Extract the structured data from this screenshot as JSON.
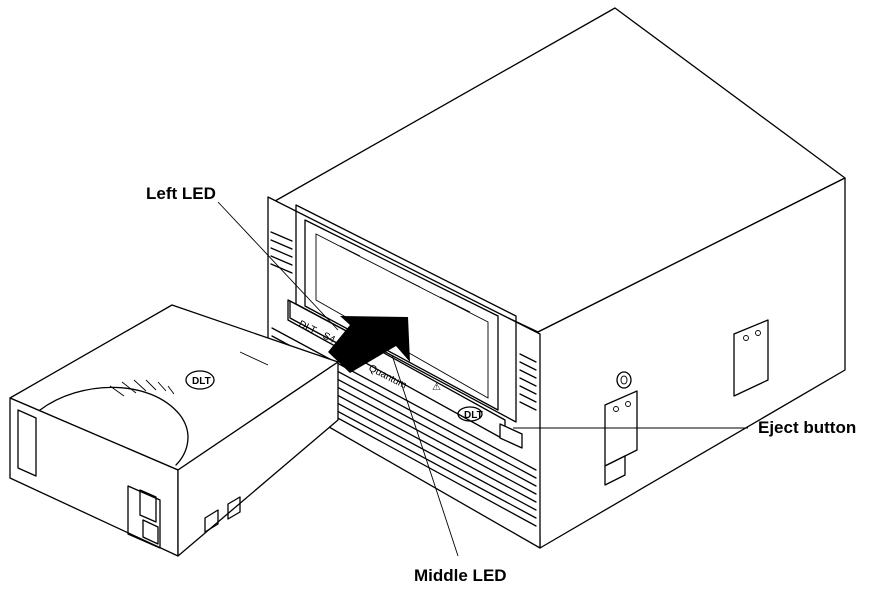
{
  "labels": {
    "left_led": "Left LED",
    "middle_led": "Middle LED",
    "eject_button": "Eject button"
  },
  "device_text": {
    "model": "DLT - S4",
    "brand": "Quantum",
    "warning_glyph": "⚠",
    "logo": "DLT"
  },
  "colors": {
    "ink": "#000000",
    "paper": "#ffffff"
  }
}
